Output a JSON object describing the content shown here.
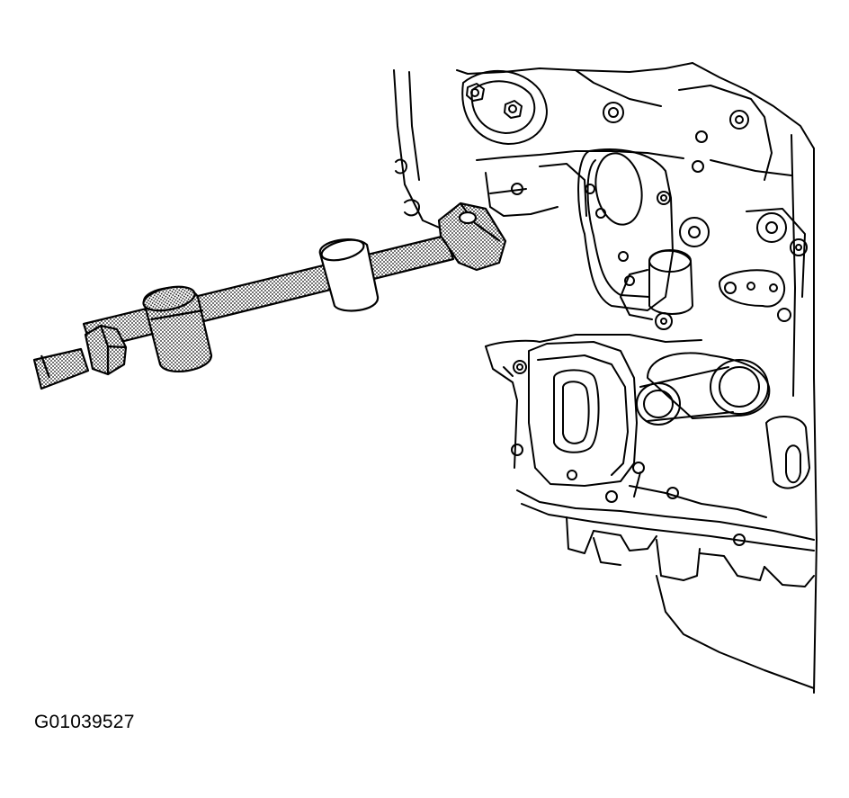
{
  "figure": {
    "id": "G01039527"
  },
  "colors": {
    "line": "#000000",
    "fill": "#ffffff",
    "tool_shading": "#c8c8c8"
  },
  "icons": [
    "engine-block-front-cover",
    "crankshaft-nose",
    "installer-tool"
  ]
}
